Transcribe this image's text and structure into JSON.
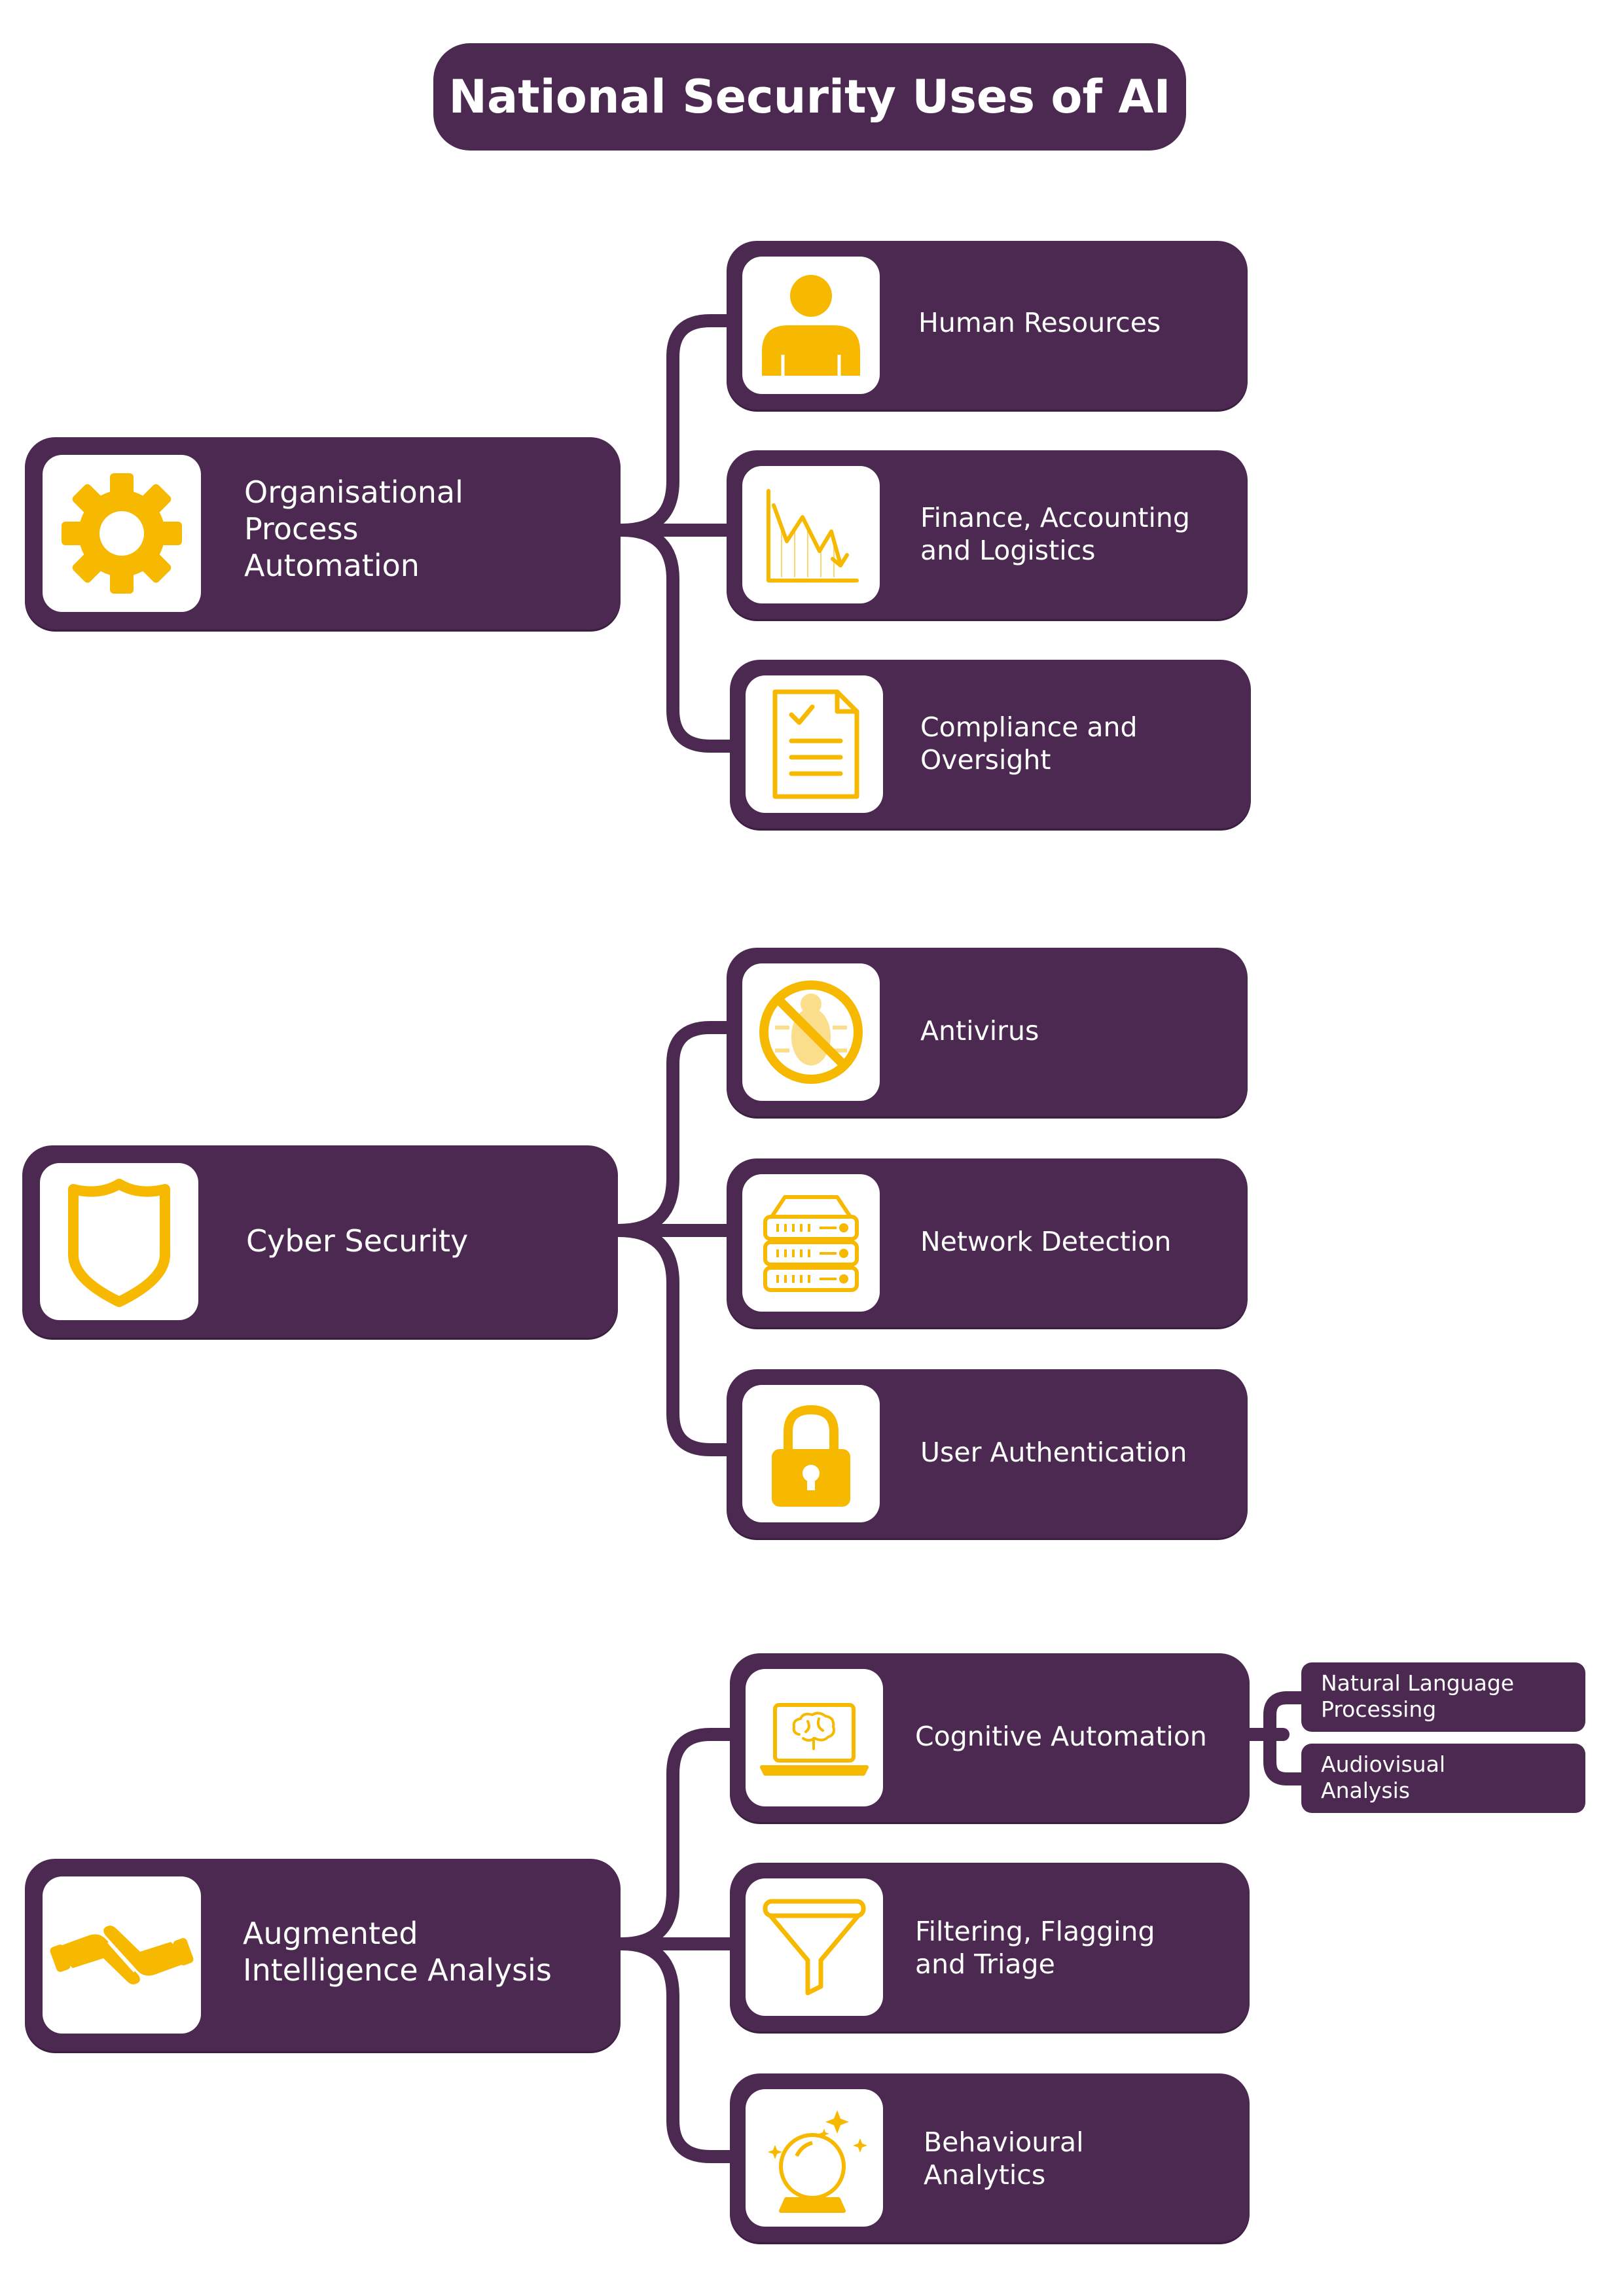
{
  "title": "National Security Uses of AI",
  "colors": {
    "primary": "#4b2951",
    "accent": "#f7b800",
    "background": "#ffffff"
  },
  "groups": [
    {
      "label": "Organisational\nProcess\nAutomation",
      "icon": "gear-icon",
      "children": [
        {
          "label": "Human Resources",
          "icon": "person-icon"
        },
        {
          "label": "Finance, Accounting\nand Logistics",
          "icon": "chart-icon"
        },
        {
          "label": "Compliance and\nOversight",
          "icon": "document-icon"
        }
      ]
    },
    {
      "label": "Cyber Security",
      "icon": "shield-icon",
      "children": [
        {
          "label": "Antivirus",
          "icon": "no-bug-icon"
        },
        {
          "label": "Network Detection",
          "icon": "server-icon"
        },
        {
          "label": "User Authentication",
          "icon": "lock-icon"
        }
      ]
    },
    {
      "label": "Augmented\nIntelligence Analysis",
      "icon": "hands-icon",
      "children": [
        {
          "label": "Cognitive Automation",
          "icon": "laptop-brain-icon",
          "subitems": [
            "Natural Language\nProcessing",
            "Audiovisual\nAnalysis"
          ]
        },
        {
          "label": "Filtering, Flagging\nand Triage",
          "icon": "funnel-icon"
        },
        {
          "label": "Behavioural\nAnalytics",
          "icon": "crystal-ball-icon"
        }
      ]
    }
  ]
}
